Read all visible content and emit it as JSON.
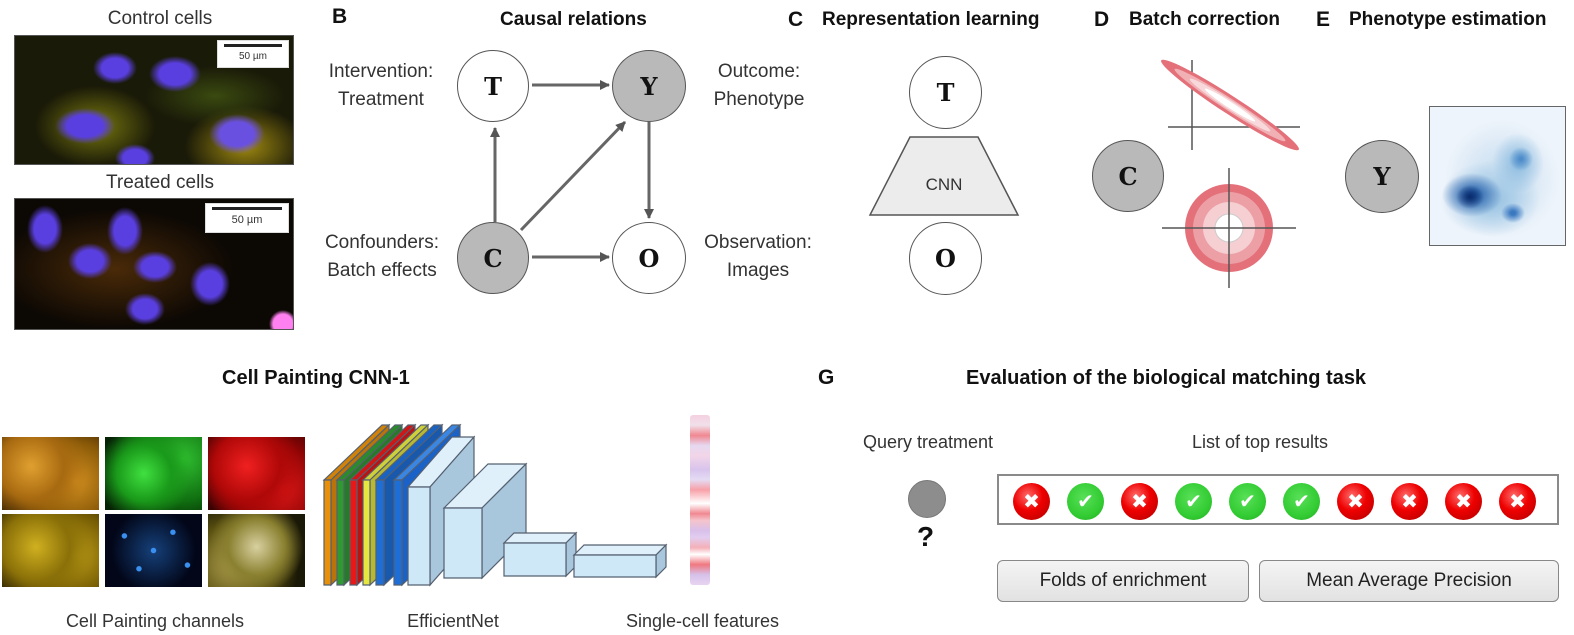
{
  "panel_a": {
    "control_title": "Control cells",
    "treated_title": "Treated cells",
    "scale_bar_label": "50 µm"
  },
  "panel_b": {
    "letter": "B",
    "title": "Causal relations",
    "nodes": {
      "T": {
        "symbol": "T",
        "label_line1": "Intervention:",
        "label_line2": "Treatment",
        "fill": "white"
      },
      "Y": {
        "symbol": "Y",
        "label_line1": "Outcome:",
        "label_line2": "Phenotype",
        "fill": "gray"
      },
      "C": {
        "symbol": "C",
        "label_line1": "Confounders:",
        "label_line2": "Batch effects",
        "fill": "gray"
      },
      "O": {
        "symbol": "O",
        "label_line1": "Observation:",
        "label_line2": "Images",
        "fill": "white"
      }
    },
    "edges": [
      [
        "T",
        "Y"
      ],
      [
        "C",
        "T"
      ],
      [
        "C",
        "Y"
      ],
      [
        "C",
        "O"
      ],
      [
        "Y",
        "O"
      ]
    ]
  },
  "panel_c": {
    "letter": "C",
    "title": "Representation learning",
    "top_node": "T",
    "model_label": "CNN",
    "bottom_node": "O"
  },
  "panel_d": {
    "letter": "D",
    "title": "Batch correction",
    "node": "C"
  },
  "panel_e": {
    "letter": "E",
    "title": "Phenotype estimation",
    "node": "Y"
  },
  "panel_f": {
    "title": "Cell Painting CNN-1",
    "channels_caption": "Cell Painting channels",
    "network_caption": "EfficientNet",
    "features_caption": "Single-cell features",
    "channel_colors": [
      "#e8900a",
      "#2f9a2f",
      "#e81818",
      "#e6e640",
      "#1e6ed8"
    ]
  },
  "panel_g": {
    "letter": "G",
    "title": "Evaluation of the biological matching task",
    "query_label": "Query treatment",
    "query_mark": "?",
    "results_label": "List of top results",
    "results": [
      false,
      true,
      false,
      true,
      true,
      true,
      false,
      false,
      false,
      false
    ],
    "match_glyph": "✔",
    "mismatch_glyph": "✖",
    "metric_buttons": [
      "Folds of enrichment",
      "Mean Average Precision"
    ],
    "colors": {
      "match": "#33cc33",
      "mismatch": "#e00000"
    }
  }
}
